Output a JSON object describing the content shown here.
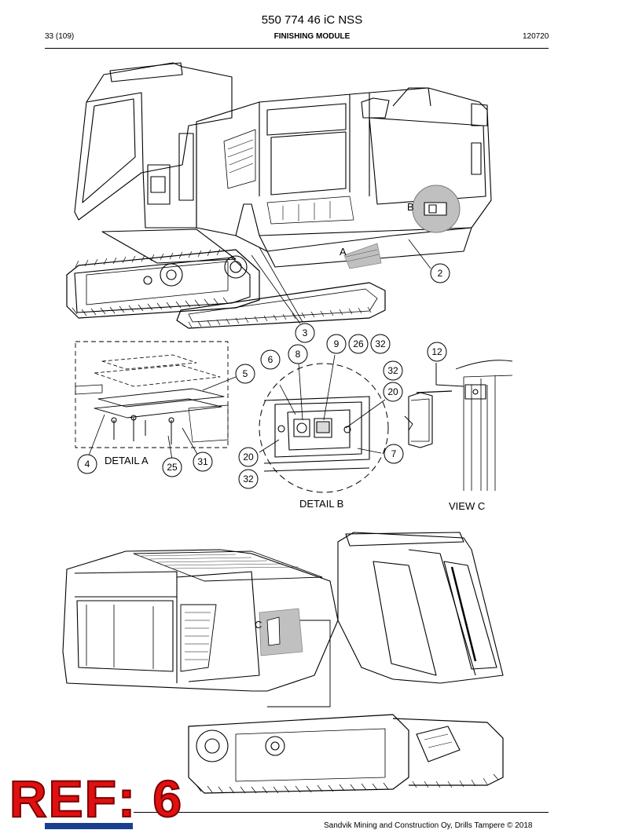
{
  "header": {
    "doc_number": "550 774 46 iC NSS",
    "page": "33 (109)",
    "section": "FINISHING MODULE",
    "date_code": "120720"
  },
  "callouts": {
    "c2": "2",
    "c3": "3",
    "c4": "4",
    "c5": "5",
    "c6": "6",
    "c7": "7",
    "c8": "8",
    "c9": "9",
    "c26": "26",
    "c32a": "32",
    "c12": "12",
    "c32b": "32",
    "c20a": "20",
    "c20b": "20",
    "c32c": "32",
    "c25": "25",
    "c31": "31"
  },
  "letters": {
    "a": "A",
    "b": "B",
    "c": "C"
  },
  "captions": {
    "detail_a": "DETAIL A",
    "detail_b": "DETAIL B",
    "view_c": "VIEW C"
  },
  "overlay": {
    "ref_text": "REF: 6",
    "ref_color": "#e01010"
  },
  "footer": {
    "copyright": "Sandvik Mining and Construction Oy, Drills Tampere © 2018"
  }
}
